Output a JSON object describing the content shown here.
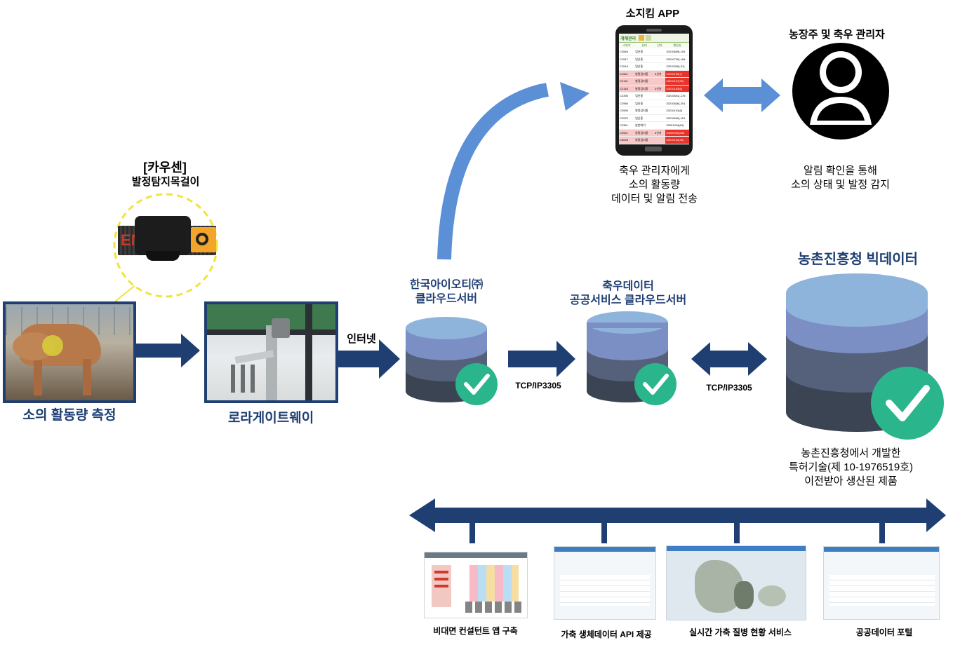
{
  "collar": {
    "bracket_title": "[카우센]",
    "subtitle": "발정탐지목걸이"
  },
  "cow_photo": {
    "caption": "소의 활동량 측정"
  },
  "gateway": {
    "caption": "로라게이트웨이"
  },
  "internet_label": "인터넷",
  "cloud1": {
    "line1": "한국아이오티㈜",
    "line2": "클라우드서버"
  },
  "cloud2": {
    "line1": "축우데이터",
    "line2": "공공서비스 클라우드서버"
  },
  "bigdata": {
    "title": "농촌진흥청 빅데이터",
    "desc_line1": "농촌진흥청에서 개발한",
    "desc_line2": "특허기술(제 10-1976519호)",
    "desc_line3": "이전받아 생산된 제품"
  },
  "protocol1": "TCP/IP3305",
  "protocol2": "TCP/IP3305",
  "app": {
    "title": "소지킴 APP",
    "desc_line1": "축우 관리자에게",
    "desc_line2": "소의 활동량",
    "desc_line3": "데이터 및 알림 전송",
    "screen_header": "개체관리",
    "columns": [
      "소번호",
      "상태",
      "산차",
      "예정일"
    ],
    "rows": [
      [
        "C0549",
        "임신중",
        "",
        "20210609(-119"
      ],
      [
        "C1517",
        "임신중",
        "",
        "20210720(-164"
      ],
      [
        "C1518",
        "임신중",
        "",
        "20210309(-31)"
      ],
      [
        "C1561",
        "발정감지중",
        "3산차",
        "20210130(7)"
      ],
      [
        "C2131",
        "발정감지중",
        "",
        "20210107(30)"
      ],
      [
        "C2145",
        "발정감지중",
        "3산차",
        "20210153(6)"
      ],
      [
        "C2395",
        "임신중",
        "",
        "20210601(-176"
      ],
      [
        "C2985",
        "임신중",
        "",
        "20210826(-201"
      ],
      [
        "C3999",
        "발정감지중",
        "",
        "20210131(6)"
      ],
      [
        "C3222",
        "임신중",
        "",
        "20210609(-119"
      ],
      [
        "C3351",
        "분만대기",
        "",
        "20201204(64)"
      ],
      [
        "C3921",
        "발정감지중",
        "3산차",
        "20200923(256"
      ],
      [
        "C5028",
        "발정감지중",
        "",
        "20210120(35)"
      ],
      [
        "C5815",
        "분만대기",
        "3산차",
        "20201230(38)"
      ]
    ],
    "row_alert": [
      false,
      false,
      false,
      true,
      true,
      true,
      false,
      false,
      false,
      false,
      false,
      true,
      true,
      false
    ]
  },
  "manager": {
    "title": "농장주 및 축우 관리자",
    "desc_line1": "알림 확인을 통해",
    "desc_line2": "소의 상태 및 발정 감지"
  },
  "services": [
    {
      "label": "비대면 컨설턴트 앱 구축"
    },
    {
      "label": "가축 생체데이터 API 제공"
    },
    {
      "label": "실시간 가축 질병 현황 서비스"
    },
    {
      "label": "공공데이터 포털"
    }
  ],
  "colors": {
    "navy": "#1f3f73",
    "arrow_blue": "#5b8fd6",
    "check_green": "#2bb58c",
    "collar_yellow": "#f2e33a",
    "db_top": "#8fb4dc",
    "db_mid": "#7b8fc4",
    "db_low": "#55607a",
    "db_bottom": "#3a4452"
  }
}
